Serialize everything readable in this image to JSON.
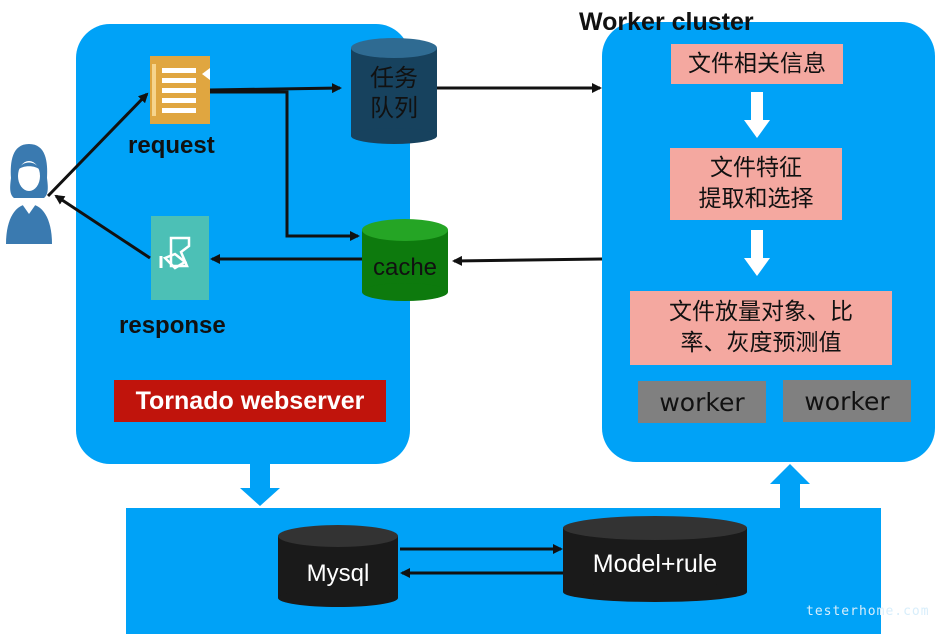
{
  "left": {
    "request_label": "request",
    "response_label": "response",
    "webserver_label": "Tornado webserver"
  },
  "cylinders": {
    "queue_line1": "任务",
    "queue_line2": "队列",
    "cache": "cache",
    "mysql": "Mysql",
    "model": "Model+rule"
  },
  "worker_cluster": {
    "title": "Worker cluster",
    "step1": "文件相关信息",
    "step2_line1": "文件特征",
    "step2_line2": "提取和选择",
    "step3_line1": "文件放量对象、比",
    "step3_line2": "率、灰度预测值",
    "worker1": "worker",
    "worker2": "worker"
  },
  "watermark": "testerhome.com",
  "colors": {
    "panel_blue": "#00a2f7",
    "queue_cylinder": "#17425e",
    "cache_cylinder": "#0d7a0d",
    "db_cylinder": "#1a1a1a",
    "step_pink": "#f4a8a0",
    "worker_gray": "#808080",
    "label_red": "#c0140c",
    "request_icon": "#e0a640",
    "response_icon": "#4cc0b6"
  }
}
